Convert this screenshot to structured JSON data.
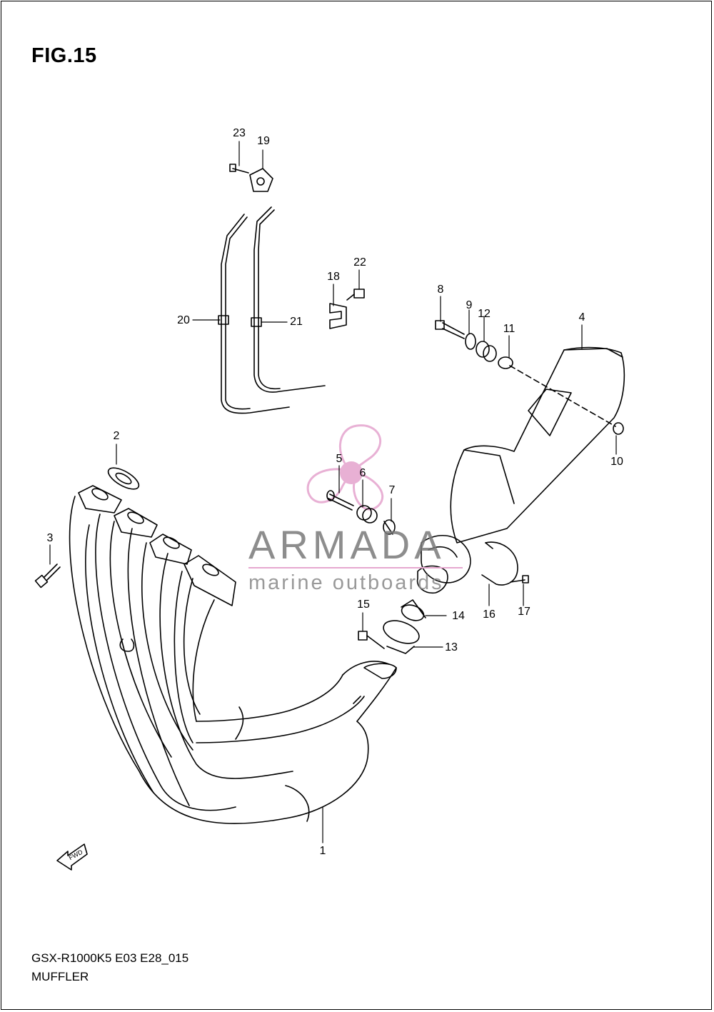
{
  "figure": {
    "title": "FIG.15",
    "model_code": "GSX-R1000K5 E03 E28_015",
    "section_name": "MUFFLER"
  },
  "callouts": [
    "1",
    "2",
    "3",
    "4",
    "5",
    "6",
    "7",
    "8",
    "9",
    "10",
    "11",
    "12",
    "13",
    "14",
    "15",
    "16",
    "17",
    "18",
    "19",
    "20",
    "21",
    "22",
    "23"
  ],
  "fwd_label": "FWD",
  "watermark": {
    "brand": "ARMADA",
    "tagline": "marine outboards",
    "logo_color": "#e6a8d0",
    "text_color": "#7a7a7a"
  }
}
